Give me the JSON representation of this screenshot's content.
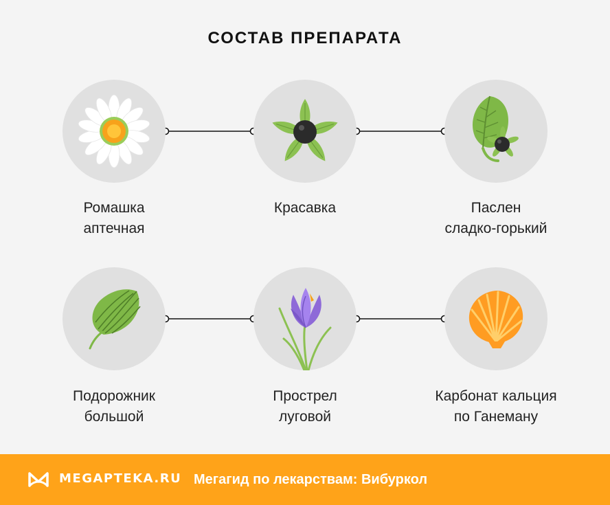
{
  "title": "СОСТАВ ПРЕПАРАТА",
  "ingredients": [
    {
      "line1": "Ромашка",
      "line2": "аптечная",
      "icon": "chamomile-icon"
    },
    {
      "line1": "Красавка",
      "line2": "",
      "icon": "belladonna-icon"
    },
    {
      "line1": "Паслен",
      "line2": "сладко-горький",
      "icon": "nightshade-icon"
    },
    {
      "line1": "Подорожник",
      "line2": "большой",
      "icon": "plantain-leaf-icon"
    },
    {
      "line1": "Прострел",
      "line2": "луговой",
      "icon": "pasqueflower-icon"
    },
    {
      "line1": "Карбонат кальция",
      "line2": "по Ганеману",
      "icon": "shell-icon"
    }
  ],
  "footer": {
    "brand": "MEGAPTEKA.RU",
    "tagline": "Мегагид по лекарствам: Вибуркол"
  },
  "colors": {
    "background": "#f4f4f4",
    "circle": "#e0e0e0",
    "footer": "#ffa319",
    "leaf_green": "#8cc152",
    "crocus_purple": "#8e6ad8",
    "shell_orange": "#ff9c22"
  }
}
